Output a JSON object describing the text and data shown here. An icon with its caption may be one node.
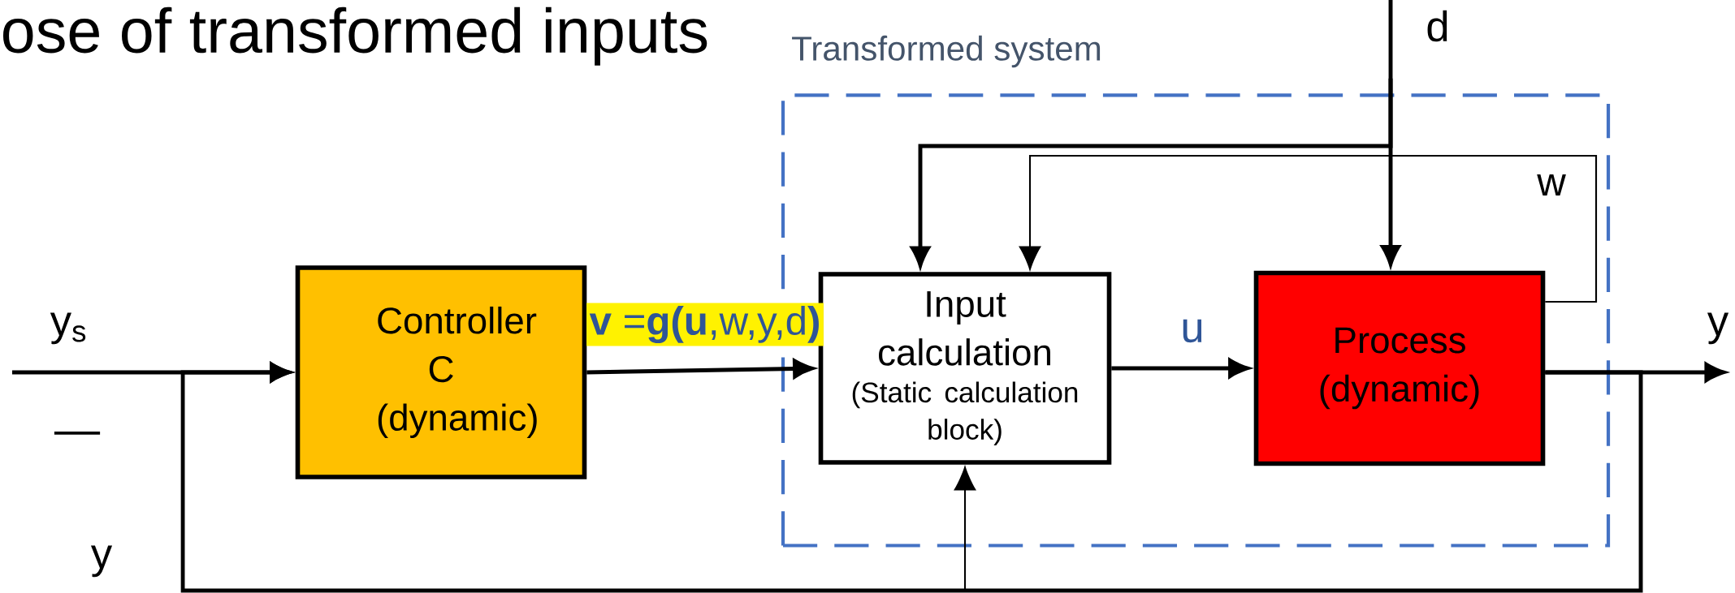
{
  "diagram": {
    "title": "ose of transformed inputs",
    "nodes": [
      {
        "text": [
          "Transformed system"
        ]
      },
      {
        "text": [
          "Controller C (dynamic)"
        ]
      },
      {
        "text": [
          "Input calculation",
          "(Static calculation block)"
        ],
        "in": 0
      },
      {
        "text": [
          "Process (dynamic)"
        ],
        "in": 0
      }
    ],
    "edges": [
      {
        "from": null,
        "to": 1,
        "arrow": "to",
        "label": "y$_{s}$"
      },
      {
        "from": 1,
        "to": 2,
        "arrow": "to",
        "label": "**v** =**g(u**,w,y,d**)**"
      },
      {
        "from": 2,
        "to": 3,
        "arrow": "to",
        "label": "u"
      },
      {
        "from": 3,
        "to": null,
        "arrow": "to",
        "label": "y"
      },
      {
        "from": null,
        "to": 3,
        "arrow": "to",
        "label": "d"
      },
      {
        "from": null,
        "to": 2,
        "arrow": "to"
      },
      {
        "from": 3,
        "to": 2,
        "arrow": "to",
        "label": "w"
      },
      {
        "from": 3,
        "to": 1,
        "arrow": "to",
        "label": "y"
      },
      {
        "from": 3,
        "to": 2,
        "arrow": "to"
      }
    ],
    "labels": [
      "—"
    ]
  }
}
